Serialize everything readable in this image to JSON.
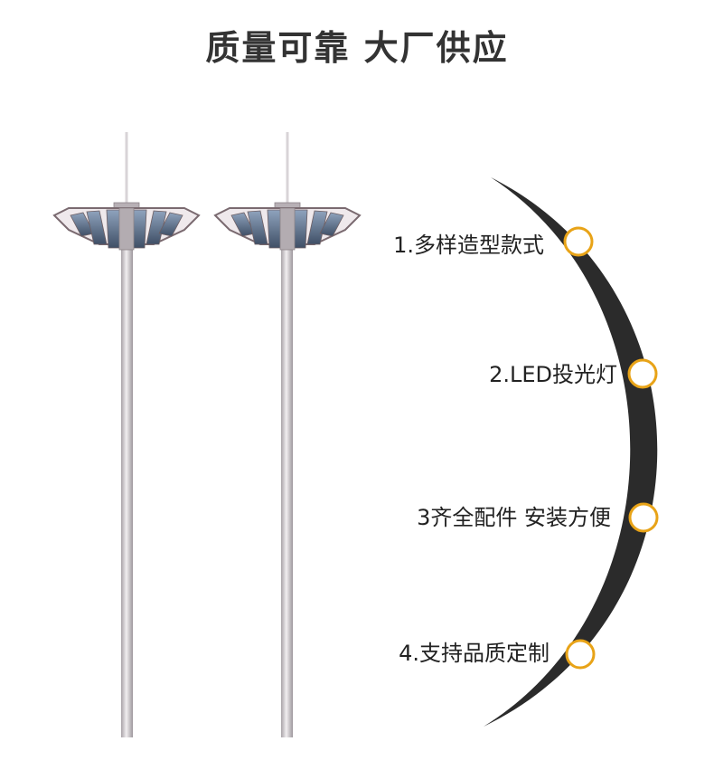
{
  "title": "质量可靠 大厂供应",
  "features": [
    {
      "label": "1.多样造型款式"
    },
    {
      "label": "2.LED投光灯"
    },
    {
      "label": "3齐全配件 安装方便"
    },
    {
      "label": "4.支持品质定制"
    }
  ],
  "colors": {
    "title": "#333333",
    "arc": "#2b2b2b",
    "marker_ring": "#e8a317",
    "pole": "#c9c4c8",
    "lamp_frame": "#7a6a70",
    "lamp_panel": "#5a6f8c"
  },
  "icons": [
    "high-mast-light-pole-icon",
    "high-mast-light-pole-icon",
    "feature-marker-icon"
  ]
}
